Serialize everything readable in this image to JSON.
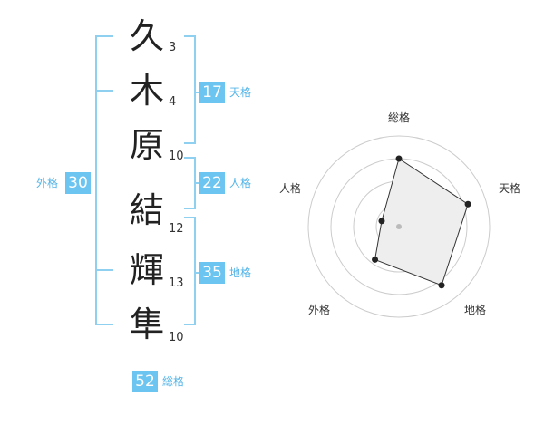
{
  "name": {
    "characters": [
      {
        "char": "久",
        "strokes": "3"
      },
      {
        "char": "木",
        "strokes": "4"
      },
      {
        "char": "原",
        "strokes": "10"
      },
      {
        "char": "結",
        "strokes": "12"
      },
      {
        "char": "輝",
        "strokes": "13"
      },
      {
        "char": "隼",
        "strokes": "10"
      }
    ]
  },
  "fortune": {
    "tenkaku": {
      "value": "17",
      "label": "天格"
    },
    "jinkaku": {
      "value": "22",
      "label": "人格"
    },
    "chikaku": {
      "value": "35",
      "label": "地格"
    },
    "gaikaku": {
      "value": "30",
      "label": "外格"
    },
    "soukaku": {
      "value": "52",
      "label": "総格"
    }
  },
  "colors": {
    "accent": "#6cc4f0",
    "accent_text": "#54b4e8",
    "bracket": "#8fd0f0"
  },
  "radar": {
    "axes": [
      "総格",
      "天格",
      "地格",
      "外格",
      "人格"
    ],
    "levels": 4,
    "values": [
      0.75,
      0.8,
      0.8,
      0.45,
      0.2
    ]
  }
}
